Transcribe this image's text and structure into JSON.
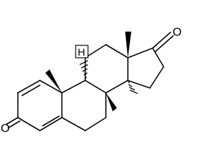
{
  "diagram": {
    "kind": "skeletal-structure",
    "atoms": {
      "o3": "O",
      "o17": "O",
      "h9": "H"
    }
  }
}
